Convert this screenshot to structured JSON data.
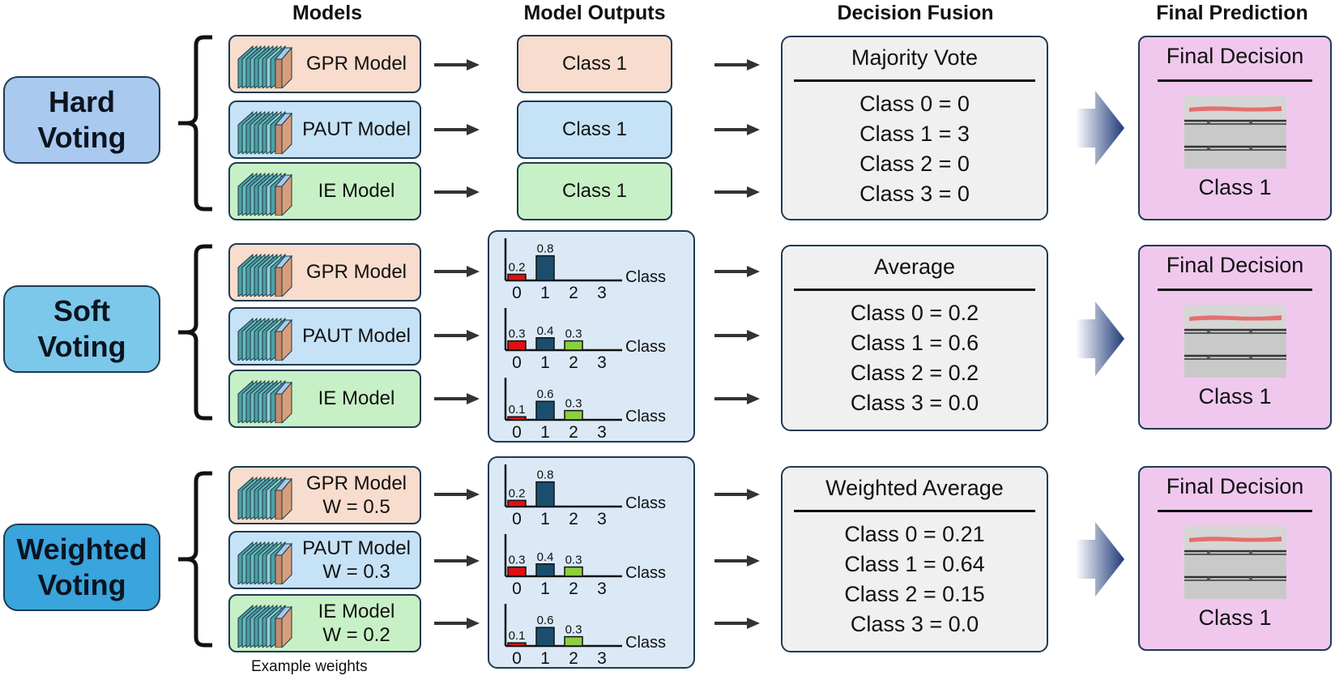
{
  "headers": {
    "models": "Models",
    "outputs": "Model Outputs",
    "fusion": "Decision Fusion",
    "final": "Final Prediction"
  },
  "colors": {
    "hard": "#a9c9ef",
    "soft": "#7cc8ea",
    "weighted": "#3aa4dc",
    "gpr": "#f8dccd",
    "paut": "#c6e2f6",
    "ie": "#c8f0c6",
    "fusion_bg": "#f0f0f0",
    "final_bg": "#f0c8ee",
    "bar_class0": "#e01010",
    "bar_class1": "#1b4e6e",
    "bar_class2": "#8ccf3f"
  },
  "hard": {
    "label_line1": "Hard",
    "label_line2": "Voting",
    "models": [
      {
        "name": "GPR Model",
        "output": "Class 1"
      },
      {
        "name": "PAUT Model",
        "output": "Class 1"
      },
      {
        "name": "IE Model",
        "output": "Class 1"
      }
    ],
    "fusion_title": "Majority Vote",
    "fusion_rows": [
      "Class 0 = 0",
      "Class 1 = 3",
      "Class 2 = 0",
      "Class 3 = 0"
    ],
    "final_title": "Final Decision",
    "final_class": "Class 1"
  },
  "soft": {
    "label_line1": "Soft",
    "label_line2": "Voting",
    "models": [
      {
        "name": "GPR Model"
      },
      {
        "name": "PAUT Model"
      },
      {
        "name": "IE Model"
      }
    ],
    "fusion_title": "Average",
    "fusion_rows": [
      "Class 0 = 0.2",
      "Class 1 = 0.6",
      "Class 2 = 0.2",
      "Class 3 = 0.0"
    ],
    "final_title": "Final Decision",
    "final_class": "Class 1"
  },
  "weighted": {
    "label_line1": "Weighted",
    "label_line2": "Voting",
    "models": [
      {
        "name": "GPR Model",
        "weight": "W = 0.5"
      },
      {
        "name": "PAUT Model",
        "weight": "W = 0.3"
      },
      {
        "name": "IE Model",
        "weight": "W = 0.2"
      }
    ],
    "fusion_title": "Weighted Average",
    "fusion_rows": [
      "Class 0 = 0.21",
      "Class 1 = 0.64",
      "Class 2 = 0.15",
      "Class 3 = 0.0"
    ],
    "final_title": "Final Decision",
    "final_class": "Class 1",
    "note": "Example weights"
  },
  "chart_data": [
    {
      "type": "bar",
      "panel": "soft",
      "model": "GPR Model",
      "xlabel": "Class",
      "categories": [
        "0",
        "1",
        "2",
        "3"
      ],
      "values": [
        0.2,
        0.8,
        0,
        0
      ],
      "labels": [
        "0.2",
        "0.8",
        "",
        ""
      ]
    },
    {
      "type": "bar",
      "panel": "soft",
      "model": "PAUT Model",
      "xlabel": "Class",
      "categories": [
        "0",
        "1",
        "2",
        "3"
      ],
      "values": [
        0.3,
        0.4,
        0.3,
        0
      ],
      "labels": [
        "0.3",
        "0.4",
        "0.3",
        ""
      ]
    },
    {
      "type": "bar",
      "panel": "soft",
      "model": "IE Model",
      "xlabel": "Class",
      "categories": [
        "0",
        "1",
        "2",
        "3"
      ],
      "values": [
        0.1,
        0.6,
        0.3,
        0
      ],
      "labels": [
        "0.1",
        "0.6",
        "0.3",
        ""
      ]
    },
    {
      "type": "bar",
      "panel": "weighted",
      "model": "GPR Model",
      "xlabel": "Class",
      "categories": [
        "0",
        "1",
        "2",
        "3"
      ],
      "values": [
        0.2,
        0.8,
        0,
        0
      ],
      "labels": [
        "0.2",
        "0.8",
        "",
        ""
      ]
    },
    {
      "type": "bar",
      "panel": "weighted",
      "model": "PAUT Model",
      "xlabel": "Class",
      "categories": [
        "0",
        "1",
        "2",
        "3"
      ],
      "values": [
        0.3,
        0.4,
        0.3,
        0
      ],
      "labels": [
        "0.3",
        "0.4",
        "0.3",
        ""
      ]
    },
    {
      "type": "bar",
      "panel": "weighted",
      "model": "IE Model",
      "xlabel": "Class",
      "categories": [
        "0",
        "1",
        "2",
        "3"
      ],
      "values": [
        0.1,
        0.6,
        0.3,
        0
      ],
      "labels": [
        "0.1",
        "0.6",
        "0.3",
        ""
      ]
    }
  ]
}
